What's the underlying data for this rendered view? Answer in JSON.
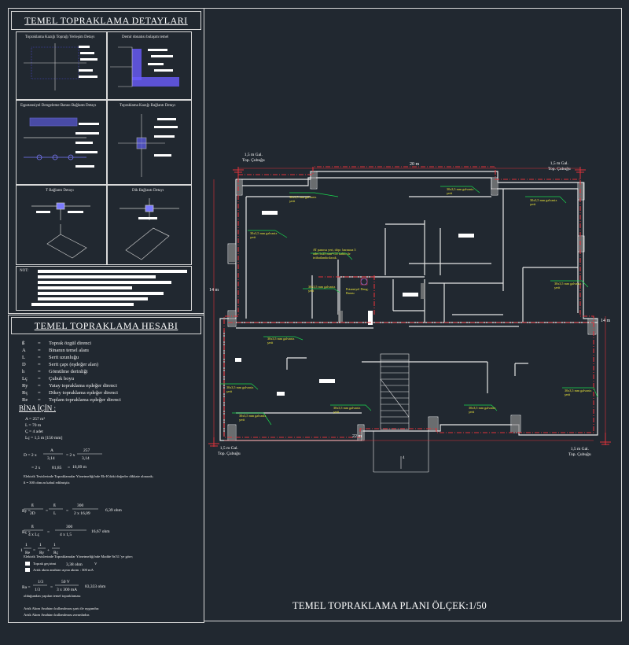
{
  "left_panel": {
    "details_title": "TEMEL TOPRAKLAMA DETAYLARI",
    "detail_captions": [
      "Topraklama Kazığı Toprağı Yerleşim Detayı",
      "Demir donatısı bulaşım temel",
      "Eşpotansiyel Dengeleme Barası Bağlantı Detayı",
      "Topraklama Kazığı Bağlantı Detayı",
      "T Bağlantı Detayı",
      "Dik Bağlantı Detayı"
    ],
    "note_label": "NOT:",
    "calc_title": "TEMEL TOPRAKLAMA HESABI",
    "symbols": [
      {
        "sym": "ß",
        "eq": "=",
        "desc": "Toprak özgül direnci"
      },
      {
        "sym": "A",
        "eq": "=",
        "desc": "Binanın temel alanı"
      },
      {
        "sym": "L",
        "eq": "=",
        "desc": "Serit uzunluğu"
      },
      {
        "sym": "D",
        "eq": "=",
        "desc": "Serit çapı (eşdeğer alan)"
      },
      {
        "sym": "h",
        "eq": "=",
        "desc": "Gömülme derinliği"
      },
      {
        "sym": "Lç",
        "eq": "=",
        "desc": "Çubuk boyu"
      },
      {
        "sym": "Ry",
        "eq": "=",
        "desc": "Yatay topraklama eşdeğer direnci"
      },
      {
        "sym": "Rç",
        "eq": "=",
        "desc": "Dikey topraklama eşdeğer direnci"
      },
      {
        "sym": "Re",
        "eq": "=",
        "desc": "Toplam topraklama eşdeğer direnci"
      }
    ],
    "bina_icin": "BİNA İÇİN :",
    "params": [
      "A = 257 m²",
      "L = 70 m",
      "Ç = 4 adet",
      "Lç = 1,5 m [150 mm]"
    ],
    "calc_lines": [
      "Elektrik Tesislerinde Topraklamalar Yönetmeliği'nde Ek-K'daki değerler dikkate alınarak;",
      "ß = 300 ohm.m kabul edilmiştir.",
      "Elektrik Tesislerinde Topraklamalar Yönetmeliği'nde Madde 9a'31 'ye göre;",
      "Toprak geçirimi",
      "Artık akım anahtarı açma akımı : 300 mA",
      "olduğundan yapılan temel topraklaması",
      "Artık Akım Anahtarı kullanılması şartı ile uygundur.",
      "Artık Akım Anahtarı kullanılması zorunludur."
    ],
    "results": {
      "D": "16,09 m",
      "Ry": "6,39 ohm",
      "Rc": "16,67 ohm",
      "Re": "3,38 ohm",
      "V": "V",
      "ra": "83,333 ohm"
    }
  },
  "plan": {
    "title": "TEMEL TOPRAKLAMA PLANI  ÖLÇEK:1/50",
    "dim_top": "20 m",
    "dim_bottom": "22 m",
    "dim_left": "14 m",
    "dim_right": "14 m",
    "corner_tags": [
      {
        "line1": "1,5 m Gal.",
        "line2": "Top. Çubuğu"
      },
      {
        "line1": "1,5 m Gal.",
        "line2": "Top. Çubuğu"
      },
      {
        "line1": "1,5 m Gal.",
        "line2": "Top. Çubuğu"
      },
      {
        "line1": "1,5 m Gal.",
        "line2": "Top. Çubuğu"
      }
    ],
    "strip_label": "30x3,5 mm galvaniz şerit",
    "center_note": "AT panosu yeri, döşe. barasına 3 adet 1x25 mm² CU kablo ile irtibatlandırılacak.",
    "bar_label": "Potansiyel Deng. Barası",
    "stair_number": "4"
  },
  "colors": {
    "background": "#212830",
    "grounding_line": "#e0323a",
    "label_green": "#19d94e",
    "label_yellow": "#e8e23a",
    "wall": "#e6e6e6"
  }
}
